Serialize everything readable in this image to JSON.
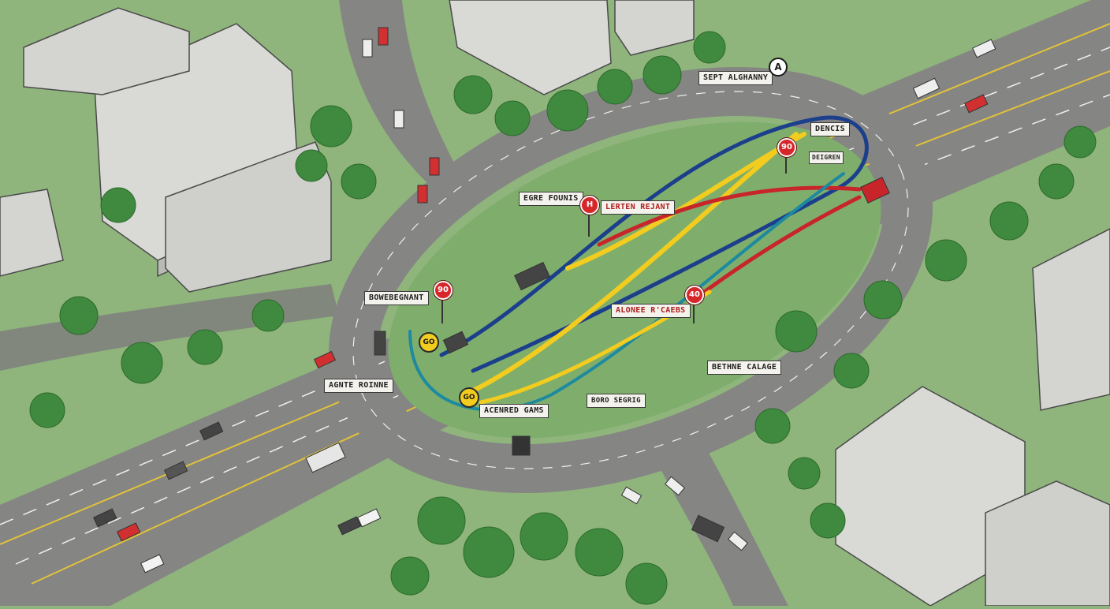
{
  "map": {
    "colors": {
      "grass": "#8fb57d",
      "trees": "#3f8a3e",
      "road": "#8b8b89",
      "building": "#d9d9d6",
      "route_yellow": "#f2cc1e",
      "route_red": "#c8252b",
      "route_blue": "#1c3f8c",
      "route_teal": "#1d8aa0"
    },
    "labels": {
      "top_right": "SEPT ALGHANNY",
      "top_left": "EGRE FOUNIS",
      "center_top": "LERTEN REJANT",
      "right_top_1": "DENCIS",
      "right_top_2": "DEIGREN",
      "left_mid": "BOWEBEGNANT",
      "center_mid": "ALONEE R'CAEBS",
      "right_mid": "BETHNE CALAGE",
      "left_low": "AGNTE ROINNE",
      "center_low_1": "BORO SEGRIG",
      "center_low_2": "ACENRED GAMS"
    },
    "signs": {
      "a_marker": "A",
      "speed_top": "90",
      "speed_left": "90",
      "speed_right": "40",
      "hospital": "H",
      "yield_1": "GO",
      "yield_2": "GO"
    }
  }
}
